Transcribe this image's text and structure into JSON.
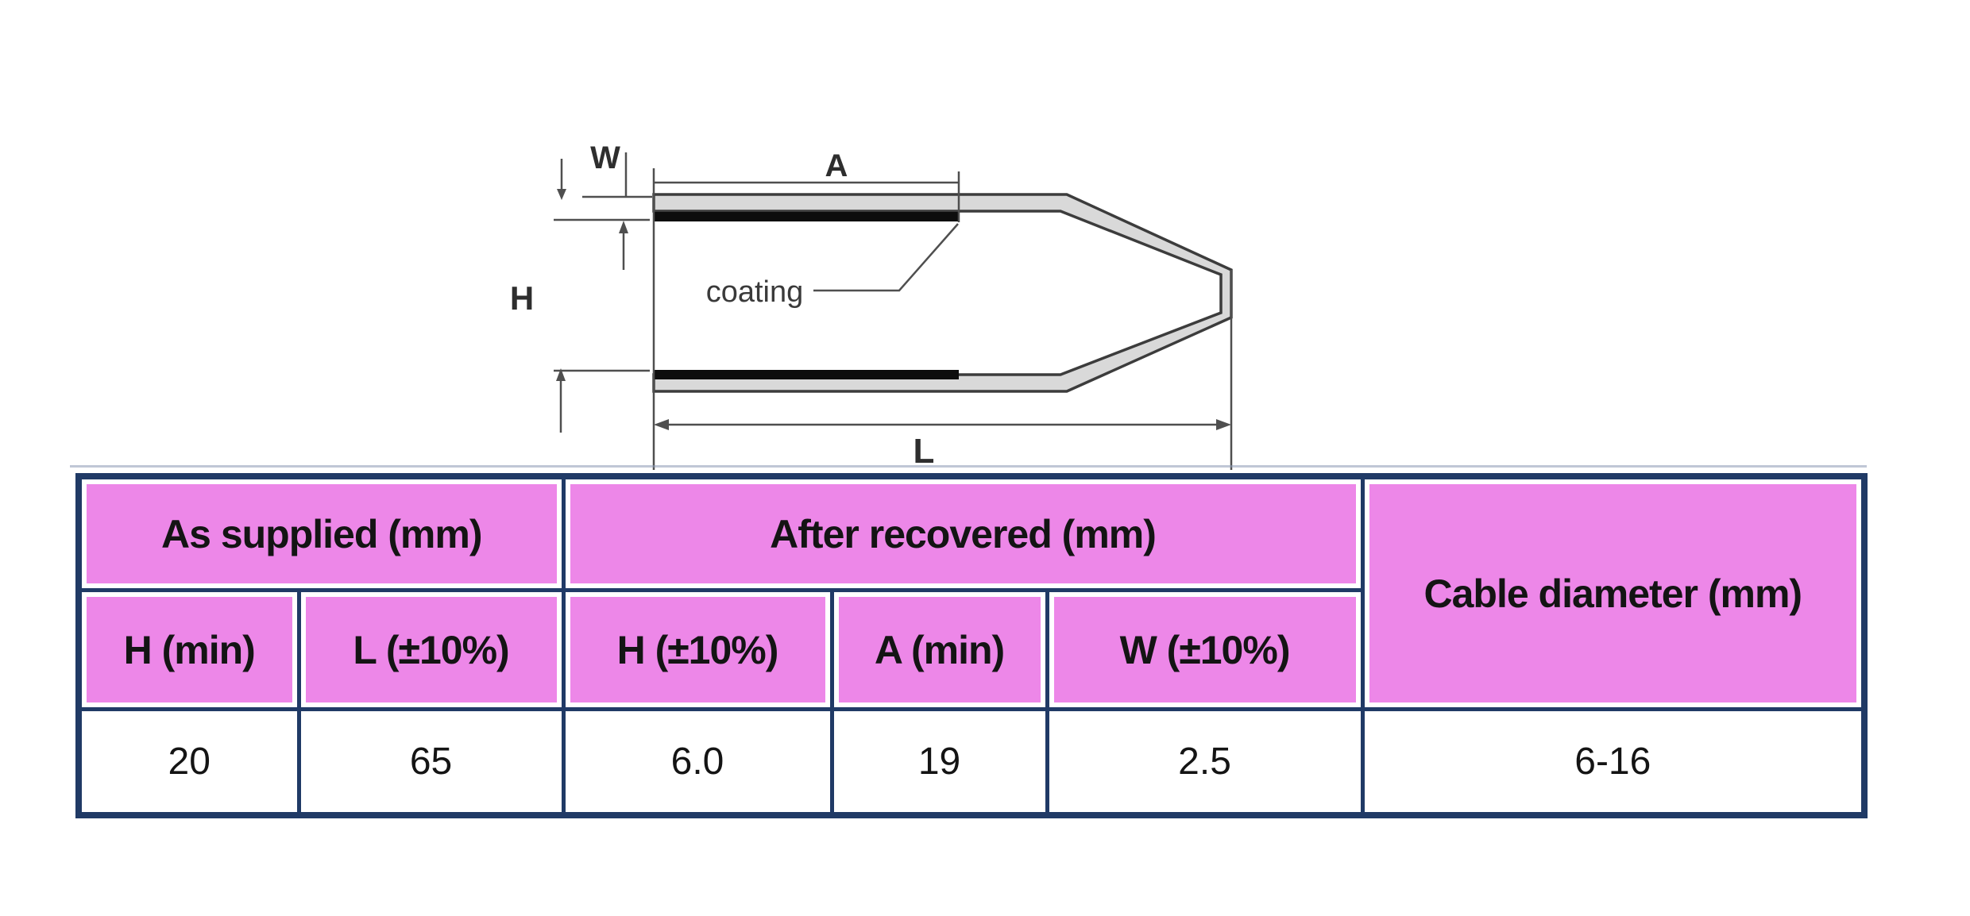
{
  "diagram": {
    "labels": {
      "w": "W",
      "a": "A",
      "h": "H",
      "l": "L",
      "coating": "coating"
    }
  },
  "table": {
    "group_headers": {
      "as_supplied": "As supplied (mm)",
      "after_recovered": "After recovered (mm)",
      "cable_diameter": "Cable diameter (mm)"
    },
    "sub_headers": [
      "H (min)",
      "L (±10%)",
      "H  (±10%)",
      "A (min)",
      "W (±10%)"
    ],
    "values": [
      "20",
      "65",
      "6.0",
      "19",
      "2.5",
      "6-16"
    ],
    "colors": {
      "header_bg": "#ed87e8",
      "border": "#203a66",
      "text": "#141414"
    }
  }
}
